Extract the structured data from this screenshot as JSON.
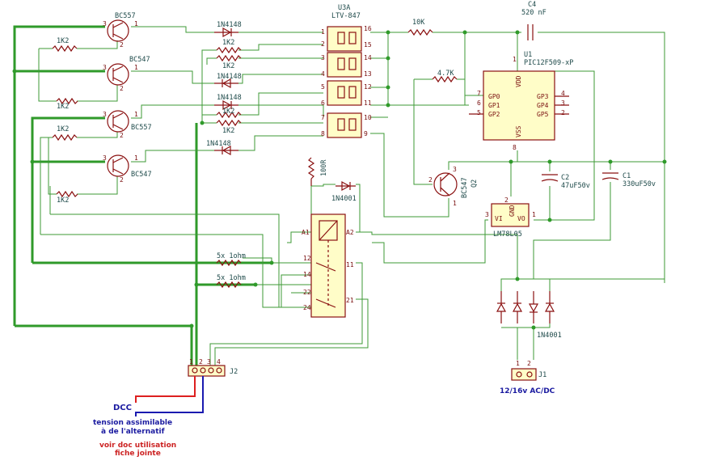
{
  "transistors": [
    {
      "ref": "BC557",
      "pins": [
        "3",
        "2",
        "1"
      ]
    },
    {
      "ref": "BC547",
      "pins": [
        "3",
        "2",
        "1"
      ]
    },
    {
      "ref": "BC557",
      "pins": [
        "3",
        "2",
        "1"
      ]
    },
    {
      "ref": "BC547",
      "pins": [
        "3",
        "2",
        "1"
      ]
    }
  ],
  "resistors_1k2": [
    "1K2",
    "1K2",
    "1K2",
    "1K2"
  ],
  "diodes_signal": [
    "1N4148",
    "1N4148",
    "1N4148",
    "1N4148"
  ],
  "resistors_1k2_right": [
    "1K2",
    "1K2",
    "1K2",
    "1K2"
  ],
  "optocoupler": {
    "ref": "U3A",
    "value": "LTV-847",
    "pins_left": [
      "1",
      "2",
      "3",
      "4",
      "5",
      "6",
      "7",
      "8"
    ],
    "pins_right": [
      "16",
      "15",
      "14",
      "13",
      "12",
      "11",
      "10",
      "9"
    ]
  },
  "r_10k": "10K",
  "cap_c4": {
    "ref": "C4",
    "value": "520 nF"
  },
  "mcu": {
    "ref": "U1",
    "value": "PIC12F509-xP",
    "vdd": "VDD",
    "vss": "VSS",
    "pin_vdd": "1",
    "pin_vss": "8",
    "left_pins": [
      {
        "num": "7",
        "name": "GP0"
      },
      {
        "num": "6",
        "name": "GP1"
      },
      {
        "num": "5",
        "name": "GP2"
      }
    ],
    "right_pins": [
      {
        "num": "4",
        "name": "GP3"
      },
      {
        "num": "3",
        "name": "GP4"
      },
      {
        "num": "2",
        "name": "GP5"
      }
    ]
  },
  "r_47k": "4.7K",
  "q2": {
    "ref": "Q2",
    "value": "BC547",
    "pins": [
      "2",
      "3",
      "1"
    ]
  },
  "c2": {
    "ref": "C2",
    "value": "47uF50v"
  },
  "c1": {
    "ref": "C1",
    "value": "330uF50v"
  },
  "regulator": {
    "ref": "LM78L05",
    "vi": "VI",
    "vo": "VO",
    "gnd": "GND",
    "pins": [
      "3",
      "2",
      "1"
    ]
  },
  "r_100r": "100R",
  "d_relay": "1N4001",
  "relay": {
    "a1": "A1",
    "a2": "A2",
    "pins": [
      "12",
      "14",
      "22",
      "24",
      "11",
      "21"
    ]
  },
  "res_5x": [
    "5x 1ohm",
    "5x 1ohm"
  ],
  "bridge_label": "1N4001",
  "j1": {
    "ref": "J1",
    "pins": [
      "1",
      "2"
    ],
    "label": "12/16v AC/DC"
  },
  "j2": {
    "ref": "J2",
    "pins": [
      "1",
      "2",
      "3",
      "4"
    ]
  },
  "notes": {
    "dcc": "DCC",
    "blue1": "tension assimilable",
    "blue2": "à de l'alternatif",
    "red1": "voir doc utilisation",
    "red2": "fiche jointe"
  },
  "colors": {
    "wire": "#3d9a35",
    "component": "#8a1010",
    "fill": "#fffdc8",
    "dcc": "#cc2222",
    "blue": "#1a1aa0"
  }
}
